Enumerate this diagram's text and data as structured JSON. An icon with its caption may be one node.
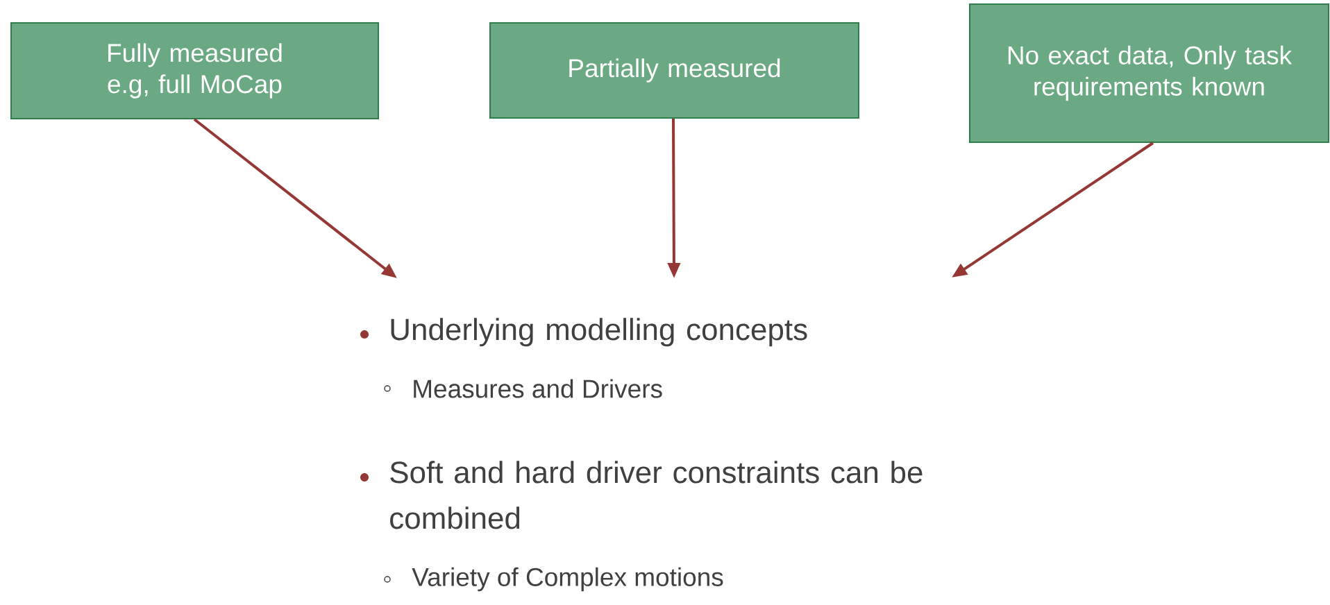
{
  "diagram": {
    "nodes": [
      {
        "text": [
          "Fully measured e.g, full MoCap"
        ]
      },
      {
        "text": [
          "Partially measured"
        ]
      },
      {
        "text": [
          "No exact data, Only task requirements known"
        ]
      }
    ],
    "edges": [
      {
        "from": 0,
        "to": null,
        "arrow": "to"
      },
      {
        "from": 1,
        "to": null,
        "arrow": "to"
      },
      {
        "from": 2,
        "to": null,
        "arrow": "to"
      }
    ],
    "labels": [
      "Underlying modelling concepts",
      "Measures and Drivers",
      "Soft and hard driver constraints can be combined",
      "Variety of Complex motions"
    ]
  }
}
